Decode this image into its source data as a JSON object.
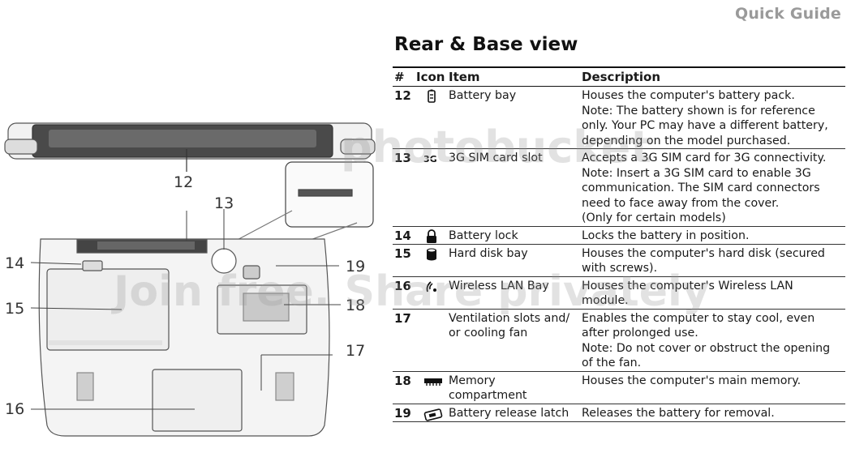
{
  "header": {
    "guide_title": "Quick Guide"
  },
  "section": {
    "title": "Rear & Base view"
  },
  "table": {
    "headers": {
      "num": "#",
      "icon": "Icon",
      "item": "Item",
      "desc": "Description"
    },
    "rows": [
      {
        "num": "12",
        "icon": "battery-icon",
        "item": [
          "Battery bay"
        ],
        "desc": [
          "Houses the computer's battery pack.",
          "Note: The battery shown is for reference",
          "only. Your PC may have a different battery,",
          "depending on the model purchased."
        ]
      },
      {
        "num": "13",
        "icon": "3g-icon",
        "item": [
          "3G SIM card slot"
        ],
        "desc": [
          "Accepts a 3G SIM card for 3G connectivity.",
          "Note: Insert a 3G SIM card to enable 3G",
          "communication. The SIM card connectors",
          "need to face away from the cover.",
          "(Only for certain models)"
        ]
      },
      {
        "num": "14",
        "icon": "lock-icon",
        "item": [
          "Battery lock"
        ],
        "desc": [
          "Locks the battery in position."
        ]
      },
      {
        "num": "15",
        "icon": "hard-disk-icon",
        "item": [
          "Hard disk bay"
        ],
        "desc": [
          "Houses the computer's hard disk (secured",
          "with screws)."
        ]
      },
      {
        "num": "16",
        "icon": "wireless-lan-icon",
        "item": [
          "Wireless LAN Bay"
        ],
        "desc": [
          "Houses the computer's Wireless LAN",
          "module."
        ]
      },
      {
        "num": "17",
        "icon": "",
        "item": [
          "Ventilation slots and/",
          "or cooling fan"
        ],
        "desc": [
          "Enables the computer to stay cool, even",
          "after prolonged use.",
          "Note: Do not cover or obstruct the opening",
          "of the fan."
        ]
      },
      {
        "num": "18",
        "icon": "memory-icon",
        "item": [
          "Memory",
          "compartment"
        ],
        "desc": [
          "Houses the computer's main memory."
        ]
      },
      {
        "num": "19",
        "icon": "battery-release-icon",
        "item": [
          "Battery release latch"
        ],
        "desc": [
          "Releases the battery for removal."
        ]
      }
    ]
  },
  "diagram": {
    "callouts": {
      "c12": "12",
      "c13": "13",
      "c14": "14",
      "c15": "15",
      "c16": "16",
      "c17": "17",
      "c18": "18",
      "c19": "19"
    }
  },
  "watermark": {
    "brand": "photobucket",
    "tagline": "Join free. Share privately"
  }
}
